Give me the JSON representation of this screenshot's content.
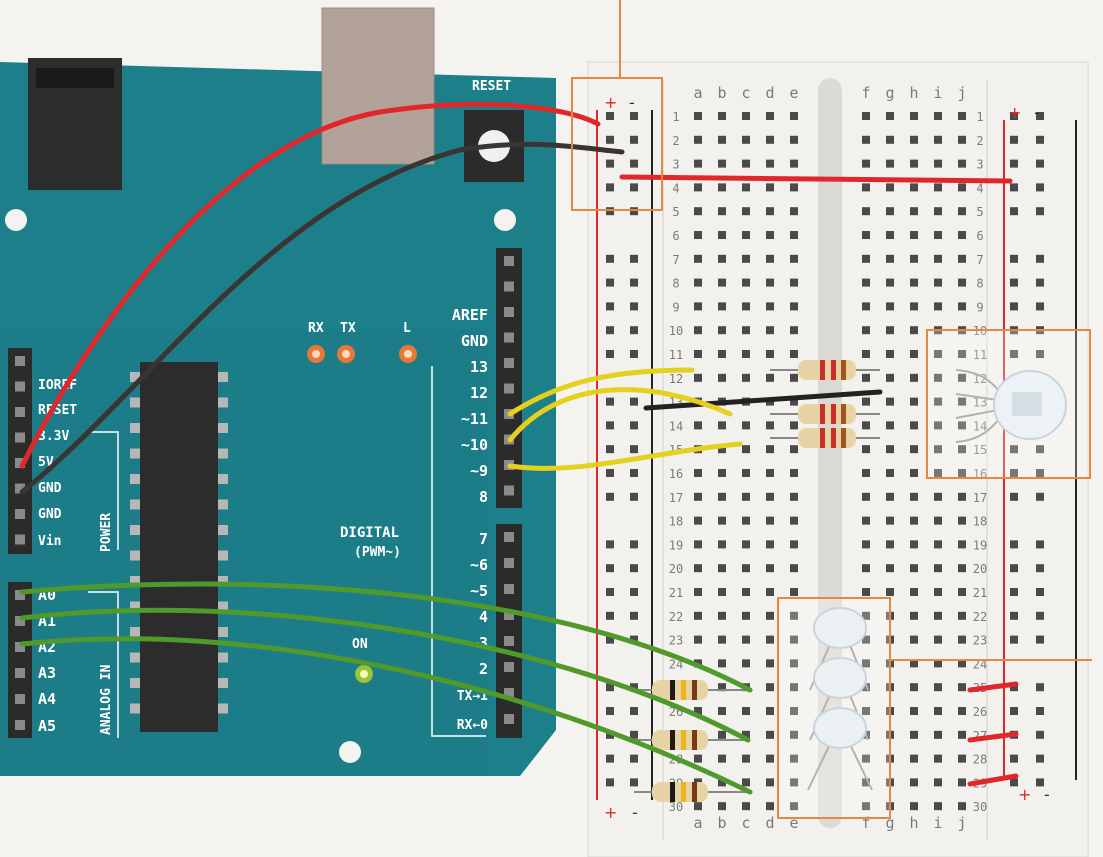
{
  "board": {
    "reset_label": "RESET",
    "leds": [
      "RX",
      "TX",
      "L",
      "ON"
    ],
    "power_pins": [
      "IOREF",
      "RESET",
      "3.3V",
      "5V",
      "GND",
      "GND",
      "Vin"
    ],
    "power_header_label": "POWER",
    "analog_pins": [
      "A0",
      "A1",
      "A2",
      "A3",
      "A4",
      "A5"
    ],
    "analog_header_label": "ANALOG IN",
    "digital_top_labels": [
      "AREF",
      "GND",
      "13",
      "12",
      "~11",
      "~10",
      "~9",
      "8"
    ],
    "digital_bottom_labels": [
      "7",
      "~6",
      "~5",
      "4",
      "~3",
      "2",
      "TX→1",
      "RX←0"
    ],
    "digital_label_line1": "DIGITAL",
    "digital_label_line2": "(PWM~)"
  },
  "breadboard": {
    "columns_left": [
      "a",
      "b",
      "c",
      "d",
      "e"
    ],
    "columns_right": [
      "f",
      "g",
      "h",
      "i",
      "j"
    ],
    "rows": 30,
    "rail_plus": "+",
    "rail_minus": "-"
  },
  "colors": {
    "board": "#1d7f8a",
    "red_wire": "#e0282c",
    "black_wire": "#3a3432",
    "yellow_wire": "#e6d01e",
    "green_wire": "#4f9a2a",
    "highlight_box": "#e08a45",
    "breadboard": "#f4f3ef"
  }
}
